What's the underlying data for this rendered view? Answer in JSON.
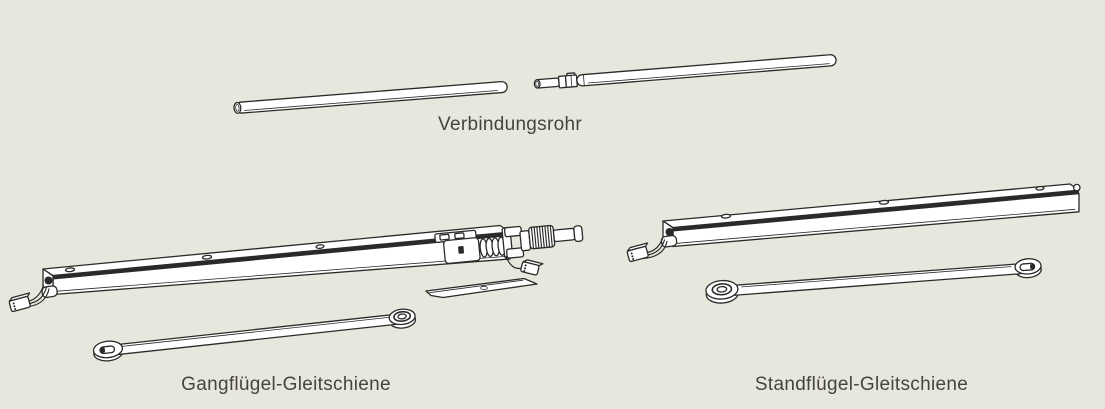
{
  "page": {
    "background_color": "#e8e7de",
    "line_color": "#2b2a28",
    "part_fill_color": "#ffffff",
    "label_text_color": "#454440"
  },
  "parts": [
    {
      "id": "connecting-tube",
      "label": "Verbindungsrohr"
    },
    {
      "id": "active-leaf-slide-rail",
      "label": "Gangflügel-Gleitschiene"
    },
    {
      "id": "fixed-leaf-slide-rail",
      "label": "Standflügel-Gleitschiene"
    }
  ]
}
